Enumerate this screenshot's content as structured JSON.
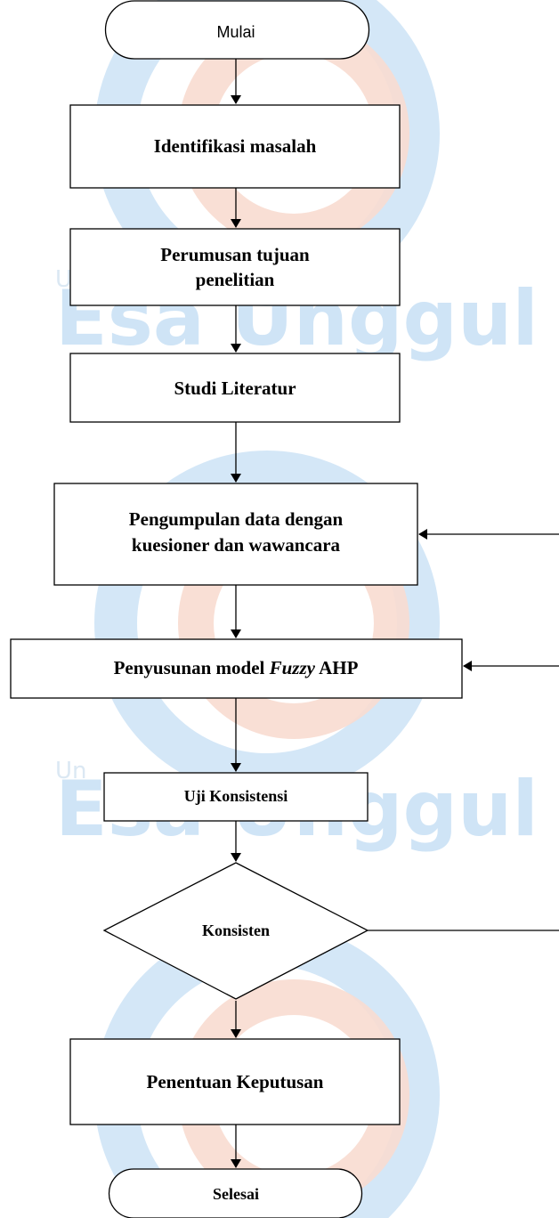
{
  "watermark": {
    "brand": "Esa Unggul",
    "brand_small": "Un",
    "colors": {
      "blue": "#cfe4f6",
      "orange": "#f8dcd0"
    }
  },
  "flowchart": {
    "start": "Mulai",
    "step1": "Identifikasi masalah",
    "step2_line1": "Perumusan tujuan",
    "step2_line2": "penelitian",
    "step3": "Studi Literatur",
    "step4_line1": "Pengumpulan data dengan",
    "step4_line2": "kuesioner dan wawancara",
    "step5_pre": "Penyusunan model ",
    "step5_italic": "Fuzzy",
    "step5_post": " AHP",
    "step6": "Uji Konsistensi",
    "decision": "Konsisten",
    "step7": "Penentuan Keputusan",
    "end": "Selesai"
  }
}
